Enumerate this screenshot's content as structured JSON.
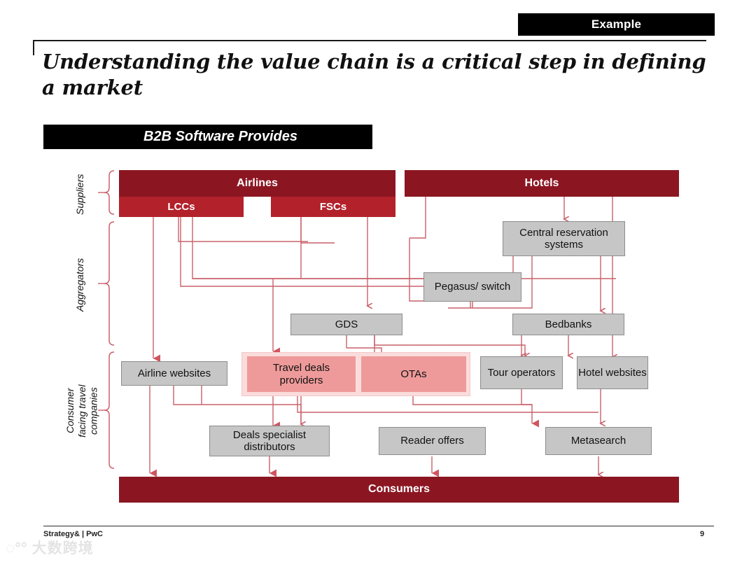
{
  "header": {
    "badge": "Example",
    "title": "Understanding the value chain is a critical step in defining a market"
  },
  "section": {
    "banner": "B2B Software Provides"
  },
  "brackets": [
    {
      "label": "Suppliers"
    },
    {
      "label": "Aggregators"
    },
    {
      "label": "Consumer\nfacing travel\ncompanies"
    }
  ],
  "nodes": {
    "airlines": "Airlines",
    "lccs": "LCCs",
    "fscs": "FSCs",
    "hotels": "Hotels",
    "central_reservation_systems": "Central reservation systems",
    "pegasus_switch": "Pegasus/ switch",
    "gds": "GDS",
    "bedbanks": "Bedbanks",
    "airline_websites": "Airline websites",
    "travel_deals_providers": "Travel deals providers",
    "otas": "OTAs",
    "tour_operators": "Tour operators",
    "hotel_websites": "Hotel websites",
    "deals_specialist_distributors": "Deals specialist distributors",
    "reader_offers": "Reader offers",
    "metasearch": "Metasearch",
    "consumers": "Consumers"
  },
  "colors": {
    "supplier_dark": "#8b1622",
    "supplier_mid": "#b3212a",
    "node_grey": "#c6c6c6",
    "highlight_pink": "#ef9a9a",
    "highlight_band": "#fbdcdc",
    "connector": "#c9606a",
    "badge_black": "#000000"
  },
  "footer": {
    "left": "Strategy& | PwC",
    "page": "9"
  },
  "watermark": {
    "text": "大数跨境"
  }
}
